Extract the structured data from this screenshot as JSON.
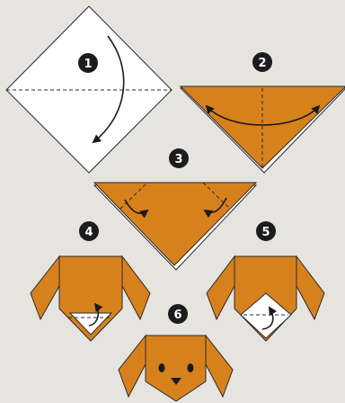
{
  "steps": [
    {
      "number": "1"
    },
    {
      "number": "2"
    },
    {
      "number": "3"
    },
    {
      "number": "4"
    },
    {
      "number": "5"
    },
    {
      "number": "6"
    }
  ],
  "colors": {
    "paper_orange": "#d7811d",
    "paper_orange_dark": "#b86a12",
    "paper_white": "#ffffff",
    "outline": "#2a2a2a",
    "badge": "#1c1c1c",
    "background": "#e6e4df"
  }
}
